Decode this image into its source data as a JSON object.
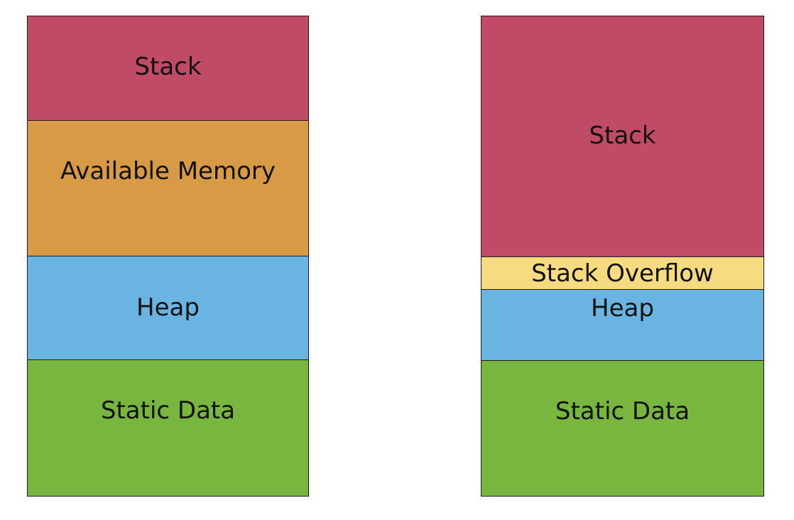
{
  "colors": {
    "stack": "#c04b66",
    "available_memory": "#d99a45",
    "heap": "#6ab4e2",
    "static_data": "#79b640",
    "stack_overflow": "#f6db80"
  },
  "left": {
    "stack": "Stack",
    "available_memory": "Available Memory",
    "heap": "Heap",
    "static_data": "Static Data"
  },
  "right": {
    "stack": "Stack",
    "stack_overflow": "Stack Overflow",
    "heap": "Heap",
    "static_data": "Static Data"
  }
}
